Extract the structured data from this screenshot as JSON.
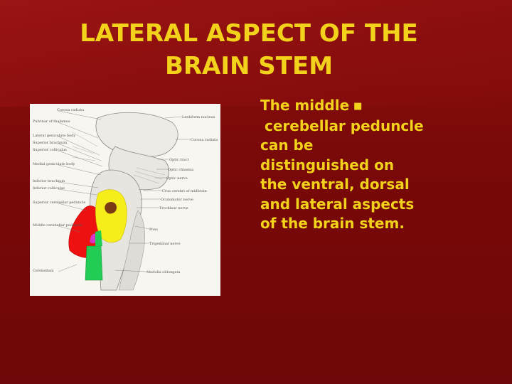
{
  "slide": {
    "title_line1": "LATERAL ASPECT OF THE",
    "title_line2": "BRAIN STEM",
    "body_lines": [
      "The middle",
      "cerebellar peduncle",
      "can be",
      "distinguished on",
      "the ventral, dorsal",
      "and lateral aspects",
      "of the brain stem."
    ],
    "bullet_glyph": "■"
  },
  "figure_labels": {
    "left": [
      "Corona radiata",
      "Pulvinar of thalamus",
      "Lateral geniculate body",
      "Superior brachium",
      "Superior colliculus",
      "Medial geniculate body",
      "Inferior brachium",
      "Inferior colliculus",
      "Superior cerebellar peduncle",
      "Middle cerebellar peduncle",
      "Cerebellum"
    ],
    "right": [
      "Lentiform nucleus",
      "Corona radiata",
      "Optic tract",
      "Optic chiasma",
      "Optic nerve",
      "Crus cerebri of midbrain",
      "Oculomotor nerve",
      "Trochlear nerve",
      "Pons",
      "Trigeminal nerve",
      "Medulla oblongata"
    ]
  },
  "colors": {
    "background": "#7d0a0a",
    "text": "#f2d21a",
    "highlight_red": "#ee1111",
    "highlight_yellow": "#f5ee1a",
    "highlight_green": "#22cc55",
    "highlight_magenta": "#d633c8",
    "highlight_brown": "#7a3a14"
  }
}
